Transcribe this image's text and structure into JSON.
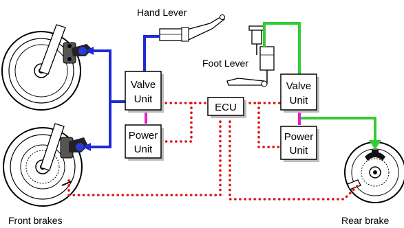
{
  "labels": {
    "hand_lever": "Hand Lever",
    "foot_lever": "Foot Lever",
    "front_brakes": "Front brakes",
    "rear_brakes": "Rear brake",
    "valve_unit_front_l1": "Valve",
    "valve_unit_front_l2": "Unit",
    "valve_unit_rear_l1": "Valve",
    "valve_unit_rear_l2": "Unit",
    "power_unit_front_l1": "Power",
    "power_unit_front_l2": "Unit",
    "power_unit_rear_l1": "Power",
    "power_unit_rear_l2": "Unit",
    "ecu": "ECU"
  },
  "colors": {
    "front_hydraulic_line": "#1f2bd6",
    "rear_hydraulic_line": "#33cc33",
    "electrical_signal": "#e01010",
    "power_link": "#e020c8",
    "box_shadow": "#bdbdbd"
  }
}
